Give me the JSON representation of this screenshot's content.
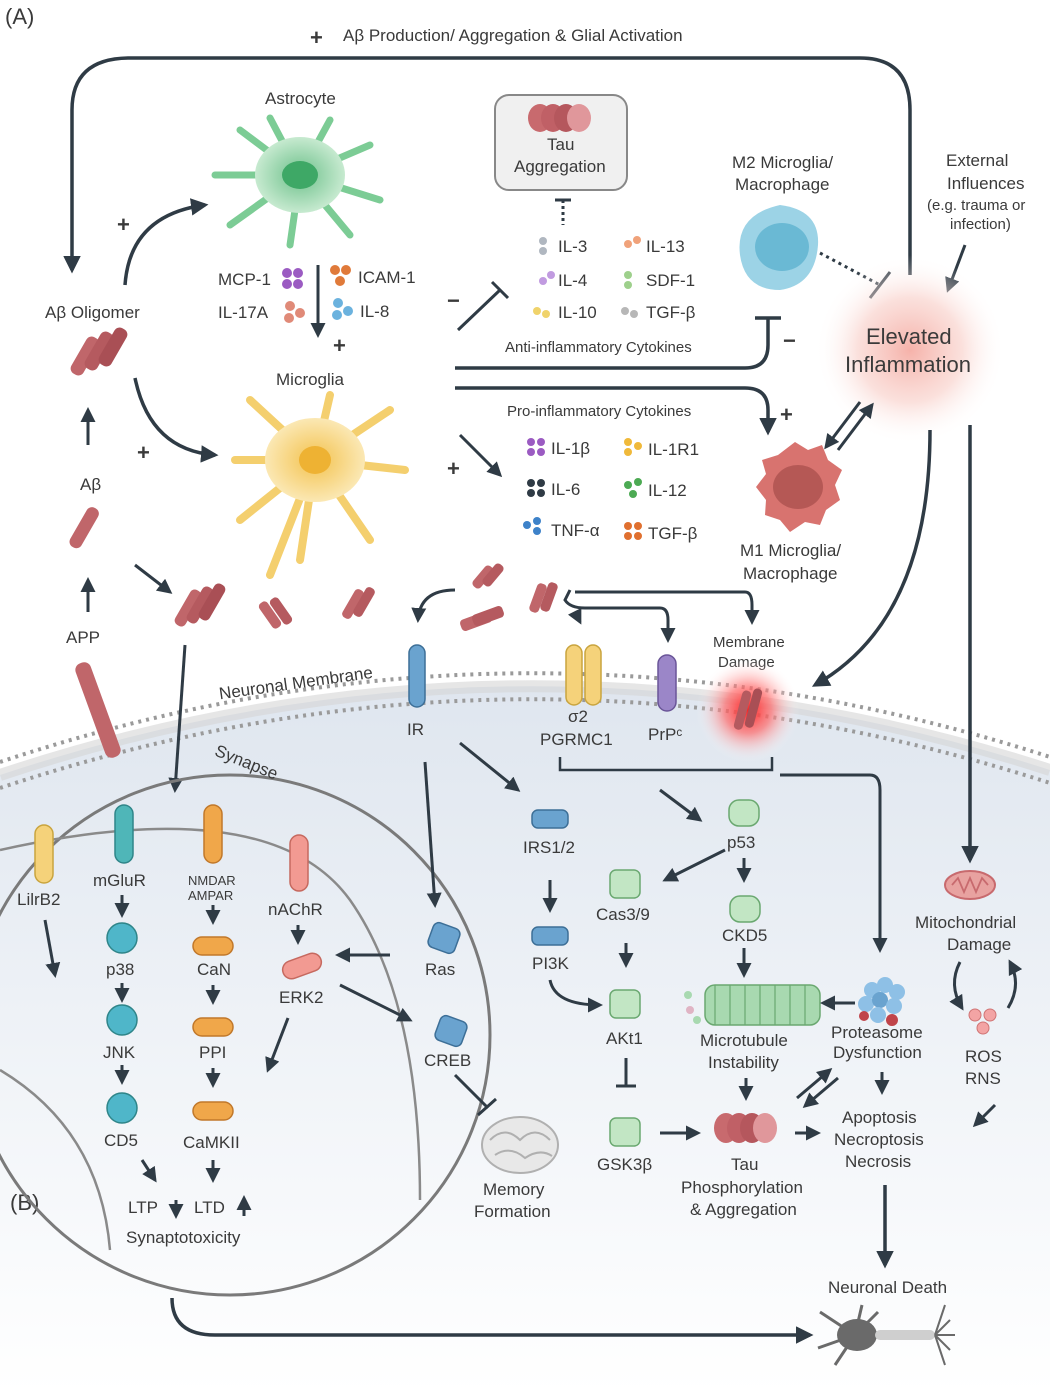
{
  "panel_labels": {
    "a": "(A)",
    "b": "(B)"
  },
  "top_loop": {
    "sign": "+",
    "label": "Aβ Production/ Aggregation & Glial Activation"
  },
  "cells": {
    "astrocyte": "Astrocyte",
    "microglia": "Microglia",
    "m2": [
      "M2 Microglia/",
      "Macrophage"
    ],
    "m1": [
      "M1 Microglia/",
      "Macrophage"
    ]
  },
  "tau_box": [
    "Tau",
    "Aggregation"
  ],
  "external": [
    "External",
    "Influences",
    "(e.g. trauma or",
    "infection)"
  ],
  "inflammation": [
    "Elevated",
    "Inflammation"
  ],
  "amyloid": {
    "oligomer": "Aβ Oligomer",
    "abeta": "Aβ",
    "app": "APP"
  },
  "astro_factors": [
    "MCP-1",
    "ICAM-1",
    "IL-17A",
    "IL-8"
  ],
  "anti_cytokines": {
    "title": "Anti-inflammatory Cytokines",
    "items": [
      "IL-3",
      "IL-13",
      "IL-4",
      "SDF-1",
      "IL-10",
      "TGF-β"
    ]
  },
  "pro_cytokines": {
    "title": "Pro-inflammatory Cytokines",
    "items": [
      "IL-1β",
      "IL-1R1",
      "IL-6",
      "IL-12",
      "TNF-α",
      "TGF-β"
    ]
  },
  "membrane": {
    "label": "Neuronal Membrane",
    "damage": [
      "Membrane",
      "Damage"
    ]
  },
  "receptors": {
    "ir": "IR",
    "sigma": [
      "σ2",
      "PGRMC1"
    ],
    "prp": "PrPᶜ"
  },
  "synapse": {
    "title": "Synapse",
    "receptors": [
      "LilrB2",
      "mGluR",
      "NMDAR",
      "AMPAR",
      "nAChR"
    ],
    "chain1": [
      "p38",
      "JNK",
      "CD5"
    ],
    "chain2": [
      "CaN",
      "PPI",
      "CaMKII"
    ],
    "erk": "ERK2",
    "ltp": "LTP",
    "ltd": "LTD",
    "synaptotoxicity": "Synaptotoxicity"
  },
  "pathway": {
    "irs": "IRS1/2",
    "pi3k": "PI3K",
    "akt": "AKt1",
    "gsk": "GSK3β",
    "ras": "Ras",
    "creb": "CREB",
    "memory": [
      "Memory",
      "Formation"
    ],
    "p53": "p53",
    "cas": "Cas3/9",
    "ckd5": "CKD5",
    "microtubule": [
      "Microtubule",
      "Instability"
    ],
    "tau_phos": [
      "Tau",
      "Phosphorylation",
      "& Aggregation"
    ],
    "proteasome": [
      "Proteasome",
      "Dysfunction"
    ],
    "death_modes": [
      "Apoptosis",
      "Necroptosis",
      "Necrosis"
    ],
    "mito": [
      "Mitochondrial",
      "Damage"
    ],
    "ros": [
      "ROS",
      "RNS"
    ],
    "neuronal_death": "Neuronal Death"
  },
  "signs": {
    "plus": "+",
    "minus": "−"
  }
}
